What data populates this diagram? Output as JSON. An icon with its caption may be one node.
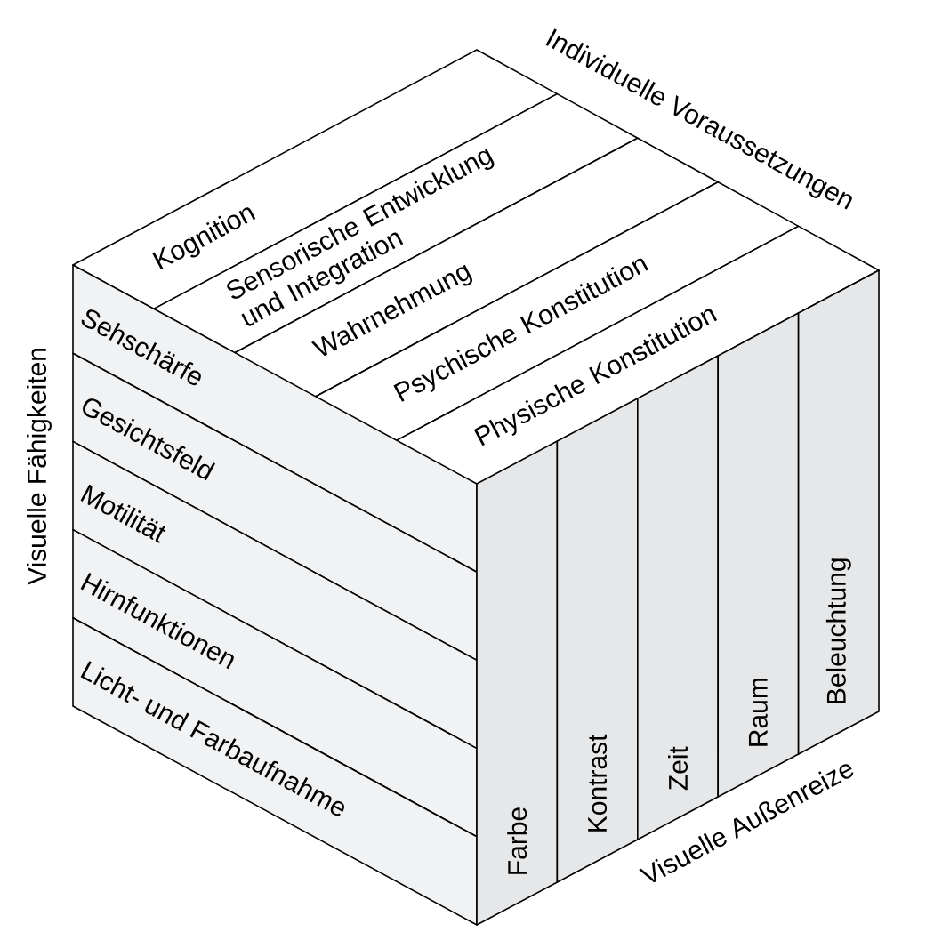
{
  "diagram": {
    "nodes": [
      {
        "text": [
          "Kognition"
        ]
      },
      {
        "text": [
          "Sensorische Entwicklung und Integration"
        ]
      },
      {
        "text": [
          "Wahrnehmung"
        ]
      },
      {
        "text": [
          "Psychische Konstitution"
        ]
      },
      {
        "text": [
          "Physische Konstitution"
        ]
      },
      {
        "text": [
          "Sehschärfe"
        ]
      },
      {
        "text": [
          "Gesichtsfeld"
        ]
      },
      {
        "text": [
          "Motilität"
        ]
      },
      {
        "text": [
          "Hirnfunktionen"
        ]
      },
      {
        "text": [
          "Licht- und Farbaufnahme"
        ]
      },
      {
        "text": [
          "Farbe"
        ]
      },
      {
        "text": [
          "Kontrast"
        ]
      },
      {
        "text": [
          "Zeit"
        ]
      },
      {
        "text": [
          "Raum"
        ]
      },
      {
        "text": [
          "Beleuchtung"
        ]
      }
    ],
    "labels": [
      "Individuelle Voraussetzungen",
      "Visuelle Fähigkeiten",
      "Visuelle Außenreize"
    ]
  }
}
